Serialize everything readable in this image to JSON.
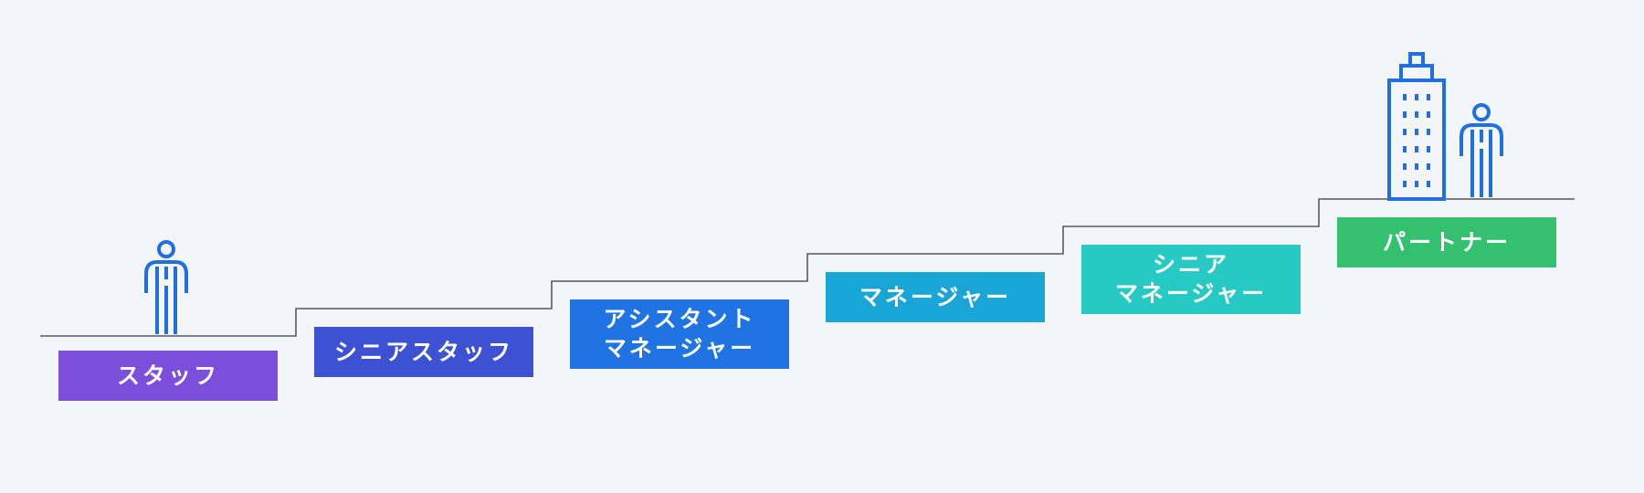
{
  "diagram": {
    "levels": [
      {
        "lines": [
          "スタッフ"
        ],
        "color": "#7b4fdc"
      },
      {
        "lines": [
          "シニアスタッフ"
        ],
        "color": "#3d51d3"
      },
      {
        "lines": [
          "アシスタント",
          "マネージャー"
        ],
        "color": "#1f73e3"
      },
      {
        "lines": [
          "マネージャー"
        ],
        "color": "#19a6d6"
      },
      {
        "lines": [
          "シニア",
          "マネージャー"
        ],
        "color": "#26c9c3"
      },
      {
        "lines": [
          "パートナー"
        ],
        "color": "#33c06f"
      }
    ],
    "colors": {
      "line": "#555a63",
      "icon": "#1f6fe0"
    },
    "icons": [
      "person-icon",
      "building-icon",
      "person-icon"
    ]
  }
}
